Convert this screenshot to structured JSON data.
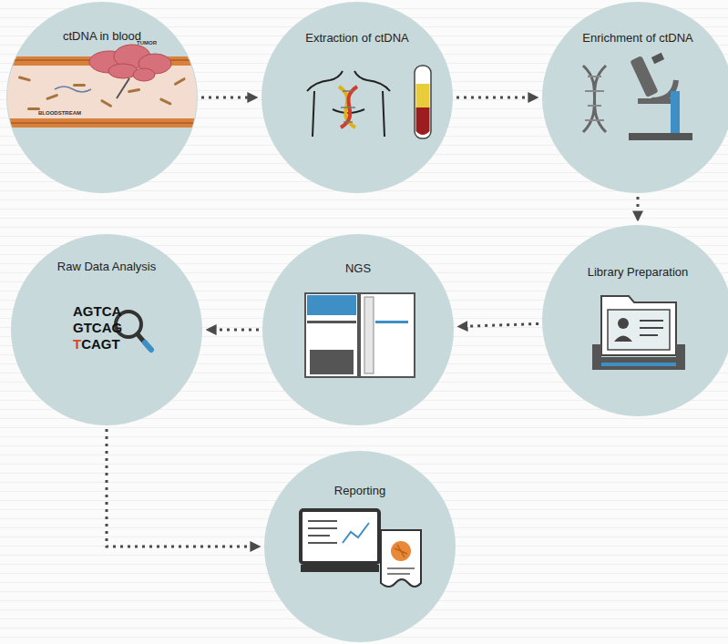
{
  "diagram": {
    "nodes": [
      {
        "text": [
          "ctDNA in blood"
        ]
      },
      {
        "text": [
          "Extraction of ctDNA"
        ]
      },
      {
        "text": [
          "Enrichment of ctDNA"
        ]
      },
      {
        "text": [
          "Library Preparation"
        ]
      },
      {
        "text": [
          "NGS"
        ]
      },
      {
        "text": [
          "Raw Data Analysis"
        ]
      },
      {
        "text": [
          "Reporting"
        ]
      }
    ],
    "edges": [
      {
        "from": 0,
        "to": 1,
        "arrow": "to"
      },
      {
        "from": 1,
        "to": 2,
        "arrow": "to"
      },
      {
        "from": 2,
        "to": 3,
        "arrow": "to"
      },
      {
        "from": 3,
        "to": 4,
        "arrow": "to"
      },
      {
        "from": 4,
        "to": 5,
        "arrow": "to"
      },
      {
        "from": 5,
        "to": 6,
        "arrow": "to"
      }
    ],
    "labels": [
      "TUMOR",
      "BLOODSTREAM",
      "AGTCA",
      "GTCAG",
      "TCAGT"
    ]
  }
}
